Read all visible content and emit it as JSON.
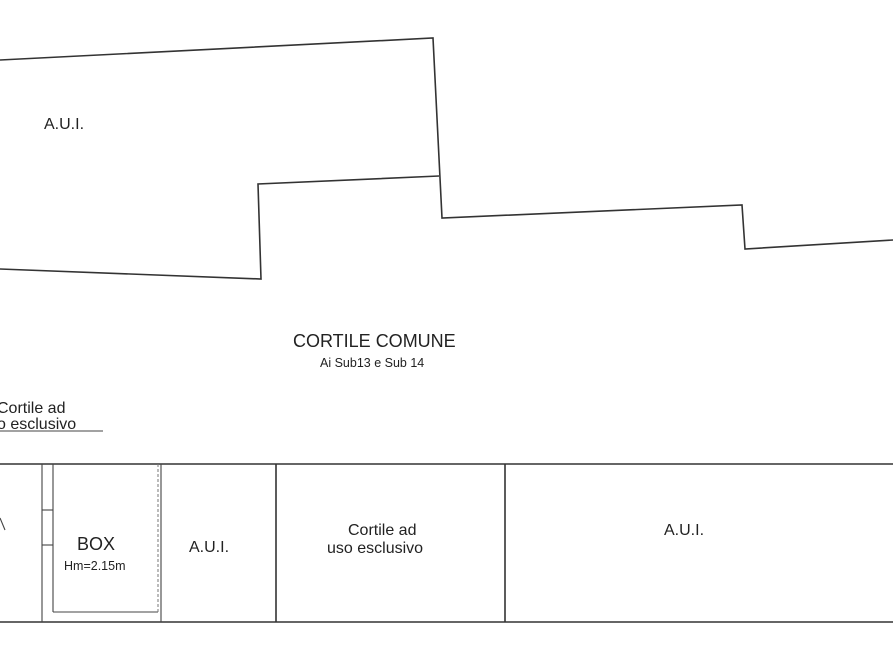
{
  "upper": {
    "aui_label": "A.U.I.",
    "courtyard_title": "CORTILE COMUNE",
    "courtyard_subtitle": "Ai Sub13 e Sub 14",
    "left_courtyard_line1": "Cortile ad",
    "left_courtyard_line2": "o esclusivo"
  },
  "lower": {
    "box_label": "BOX",
    "box_height": "Hm=2.15m",
    "aui_left_label": "A.U.I.",
    "courtyard_line1": "Cortile ad",
    "courtyard_line2": "uso esclusivo",
    "aui_right_label": "A.U.I."
  }
}
